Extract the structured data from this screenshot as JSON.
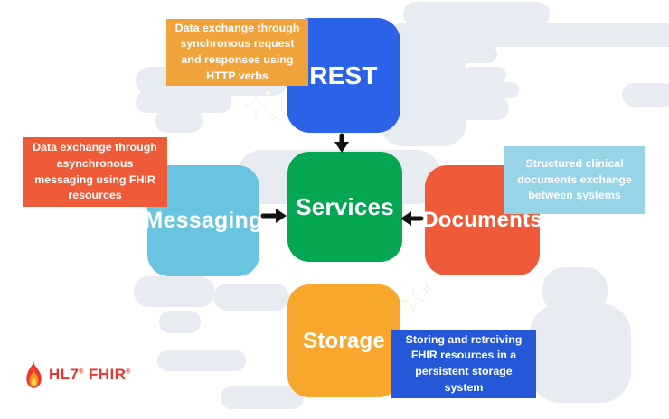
{
  "diagram": {
    "nodes": [
      {
        "id": "rest",
        "label": "REST"
      },
      {
        "id": "messaging",
        "label": "Messaging"
      },
      {
        "id": "services",
        "label": "Services"
      },
      {
        "id": "documents",
        "label": "Documents"
      },
      {
        "id": "storage",
        "label": "Storage"
      }
    ],
    "annotations": [
      {
        "for": "rest",
        "text": "Data exchange through synchronous request and responses using HTTP verbs"
      },
      {
        "for": "messaging",
        "text": "Data exchange through asynchronous messaging using FHIR resources"
      },
      {
        "for": "documents",
        "text": "Structured clinical documents exchange between systems"
      },
      {
        "for": "storage",
        "text": "Storing and retreiving FHIR resources  in a persistent storage system"
      }
    ],
    "arrows": [
      {
        "from": "rest",
        "to": "services"
      },
      {
        "from": "messaging",
        "to": "services"
      },
      {
        "from": "documents",
        "to": "services"
      }
    ],
    "logo": {
      "hl7": "HL7",
      "fhir": "FHIR",
      "reg": "®"
    },
    "icons": [
      "flame-icon",
      "sparkle-icon",
      "arrow-icon"
    ],
    "colors": {
      "rest_blue": "#2B63E8",
      "messaging_light_blue": "#68C4E0",
      "services_green": "#04A651",
      "documents_orange_red": "#EF5B39",
      "storage_orange": "#F7A72C",
      "note_orange": "#F1A33B",
      "note_orange_red": "#EF5B39",
      "note_sky_blue": "#97D4E8",
      "note_royal_blue": "#2458D8",
      "background_blob_gray": "#E9EBF3",
      "logo_red": "#E8352E",
      "arrow_black": "#121212"
    }
  }
}
